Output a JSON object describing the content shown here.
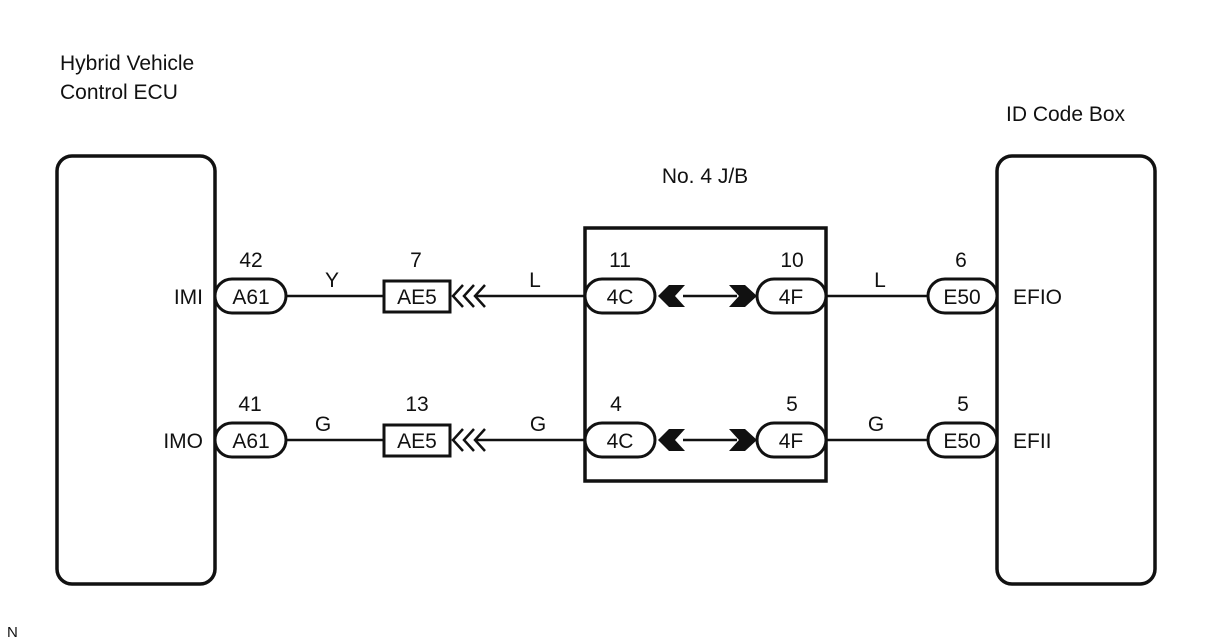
{
  "components": {
    "ecu": {
      "name_line1": "Hybrid Vehicle",
      "name_line2": "Control ECU"
    },
    "id_code_box": {
      "name": "ID Code Box"
    },
    "junction_block": {
      "name": "No. 4 J/B"
    }
  },
  "circuits": [
    {
      "ecu_terminal": "IMI",
      "ecu_connector": "A61",
      "ecu_pin": "42",
      "wire1_color": "Y",
      "inline_connector": "AE5",
      "inline_pin": "7",
      "wire2_color": "L",
      "jb_in_connector": "4C",
      "jb_in_pin": "11",
      "jb_out_connector": "4F",
      "jb_out_pin": "10",
      "wire3_color": "L",
      "idbox_connector": "E50",
      "idbox_pin": "6",
      "idbox_terminal": "EFIO"
    },
    {
      "ecu_terminal": "IMO",
      "ecu_connector": "A61",
      "ecu_pin": "41",
      "wire1_color": "G",
      "inline_connector": "AE5",
      "inline_pin": "13",
      "wire2_color": "G",
      "jb_in_connector": "4C",
      "jb_in_pin": "4",
      "jb_out_connector": "4F",
      "jb_out_pin": "5",
      "wire3_color": "G",
      "idbox_connector": "E50",
      "idbox_pin": "5",
      "idbox_terminal": "EFII"
    }
  ],
  "footer_mark": "N"
}
